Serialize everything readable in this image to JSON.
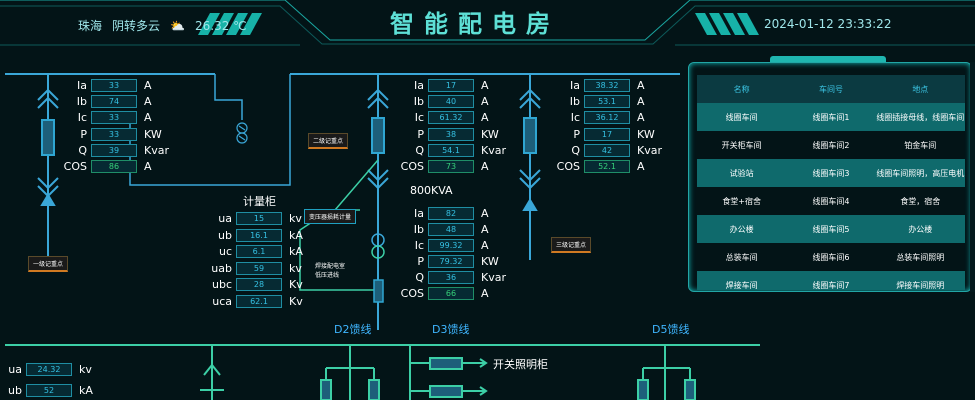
{
  "header": {
    "city": "珠海",
    "weather": "阴转多云",
    "weather_icon": "cloud-sun-icon",
    "temperature": "26.32 ℃",
    "title": "智能配电房",
    "datetime": "2024-01-12 23:33:22"
  },
  "colors": {
    "bus_line": "#3aa7d8",
    "accent": "#5ee0d6",
    "value_blue": "#35c0e2",
    "value_green": "#36d07a",
    "table_alt": "#0f6a6c"
  },
  "left_meter": [
    {
      "label": "Ia",
      "value": "33",
      "unit": "A"
    },
    {
      "label": "Ib",
      "value": "74",
      "unit": "A"
    },
    {
      "label": "Ic",
      "value": "33",
      "unit": "A"
    },
    {
      "label": "P",
      "value": "33",
      "unit": "KW"
    },
    {
      "label": "Q",
      "value": "39",
      "unit": "Kvar"
    },
    {
      "label": "COS",
      "value": "86",
      "unit": "A"
    }
  ],
  "center_top_meter": [
    {
      "label": "Ia",
      "value": "17",
      "unit": "A"
    },
    {
      "label": "Ib",
      "value": "40",
      "unit": "A"
    },
    {
      "label": "Ic",
      "value": "61.32",
      "unit": "A"
    },
    {
      "label": "P",
      "value": "38",
      "unit": "KW"
    },
    {
      "label": "Q",
      "value": "54.1",
      "unit": "Kvar"
    },
    {
      "label": "COS",
      "value": "73",
      "unit": "A"
    }
  ],
  "right_meter": [
    {
      "label": "Ia",
      "value": "38.32",
      "unit": "A"
    },
    {
      "label": "Ib",
      "value": "53.1",
      "unit": "A"
    },
    {
      "label": "Ic",
      "value": "36.12",
      "unit": "A"
    },
    {
      "label": "P",
      "value": "17",
      "unit": "KW"
    },
    {
      "label": "Q",
      "value": "42",
      "unit": "Kvar"
    },
    {
      "label": "COS",
      "value": "52.1",
      "unit": "A"
    }
  ],
  "transformer_label": "800KVA",
  "center_bottom_meter": [
    {
      "label": "Ia",
      "value": "82",
      "unit": "A"
    },
    {
      "label": "Ib",
      "value": "48",
      "unit": "A"
    },
    {
      "label": "Ic",
      "value": "99.32",
      "unit": "A"
    },
    {
      "label": "P",
      "value": "79.32",
      "unit": "KW"
    },
    {
      "label": "Q",
      "value": "36",
      "unit": "Kvar"
    },
    {
      "label": "COS",
      "value": "66",
      "unit": "A"
    }
  ],
  "metering_cabinet": {
    "title": "计量柜",
    "rows": [
      {
        "label": "ua",
        "value": "15",
        "unit": "kv"
      },
      {
        "label": "ub",
        "value": "16.1",
        "unit": "kA"
      },
      {
        "label": "uc",
        "value": "6.1",
        "unit": "kA"
      },
      {
        "label": "uab",
        "value": "59",
        "unit": "kv"
      },
      {
        "label": "ubc",
        "value": "28",
        "unit": "Kv"
      },
      {
        "label": "uca",
        "value": "62.1",
        "unit": "Kv"
      }
    ]
  },
  "bottom_meter": [
    {
      "label": "ua",
      "value": "24.32",
      "unit": "kv"
    },
    {
      "label": "ub",
      "value": "52",
      "unit": "kA"
    }
  ],
  "tags": {
    "level1": "一级记重点",
    "level2": "二级记重点",
    "level3": "三级记重点",
    "transformer_box": "变压器损耗计量",
    "welding_line1": "焊接配电室",
    "welding_line2": "低压进线"
  },
  "feeders": {
    "d2": "D2馈线",
    "d3": "D3馈线",
    "d5": "D5馈线"
  },
  "switch_lighting": "开关照明柜",
  "table": {
    "headers": [
      "名称",
      "车间号",
      "地点"
    ],
    "rows": [
      [
        "线圈车间",
        "线圈车间1",
        "线圈插接母线，线圈车间"
      ],
      [
        "开关柜车间",
        "线圈车间2",
        "铂金车间"
      ],
      [
        "试验站",
        "线圈车间3",
        "线圈车间照明，高压电机"
      ],
      [
        "食堂+宿舍",
        "线圈车间4",
        "食堂，宿舍"
      ],
      [
        "办公楼",
        "线圈车间5",
        "办公楼"
      ],
      [
        "总装车间",
        "线圈车间6",
        "总装车间照明"
      ],
      [
        "焊接车间",
        "线圈车间7",
        "焊接车间照明"
      ]
    ]
  }
}
